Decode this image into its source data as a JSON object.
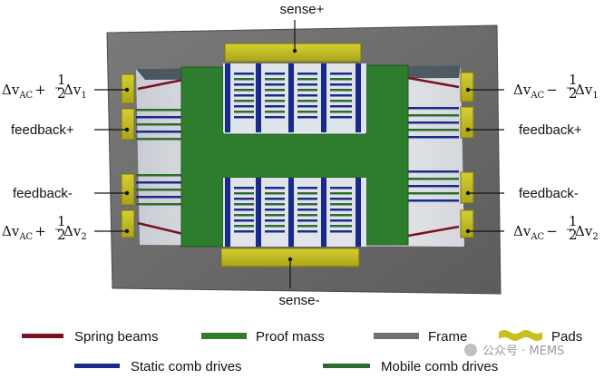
{
  "labels": {
    "sense_top": "sense+",
    "sense_bottom": "sense-",
    "feedback_left_top": "feedback+",
    "feedback_right_top": "feedback+",
    "feedback_left_bottom": "feedback-",
    "feedback_right_bottom": "feedback-"
  },
  "voltage_labels": {
    "left_top": {
      "base": "Δv",
      "sub": "AC",
      "op": "+",
      "num": "1",
      "den": "2",
      "tail": "Δv",
      "tail_sub": "1"
    },
    "right_top": {
      "base": "Δv",
      "sub": "AC",
      "op": "−",
      "num": "1",
      "den": "2",
      "tail": "Δv",
      "tail_sub": "1"
    },
    "left_bottom": {
      "base": "Δv",
      "sub": "AC",
      "op": "+",
      "num": "1",
      "den": "2",
      "tail": "Δv",
      "tail_sub": "2"
    },
    "right_bottom": {
      "base": "Δv",
      "sub": "AC",
      "op": "−",
      "num": "1",
      "den": "2",
      "tail": "Δv",
      "tail_sub": "2"
    }
  },
  "legend": {
    "spring_beams": "Spring beams",
    "proof_mass": "Proof  mass",
    "frame": "Frame",
    "pads": "Pads",
    "static_comb": "Static comb drives",
    "mobile_comb": "Mobile comb drives"
  },
  "watermark": "公众号 · MEMS",
  "colors": {
    "spring": "#7a1020",
    "proof_mass": "#2e7d2e",
    "frame": "#6f6f6f",
    "pads": "#c8c020",
    "static_comb": "#1a2a8a",
    "mobile_comb": "#2e6b2e"
  }
}
